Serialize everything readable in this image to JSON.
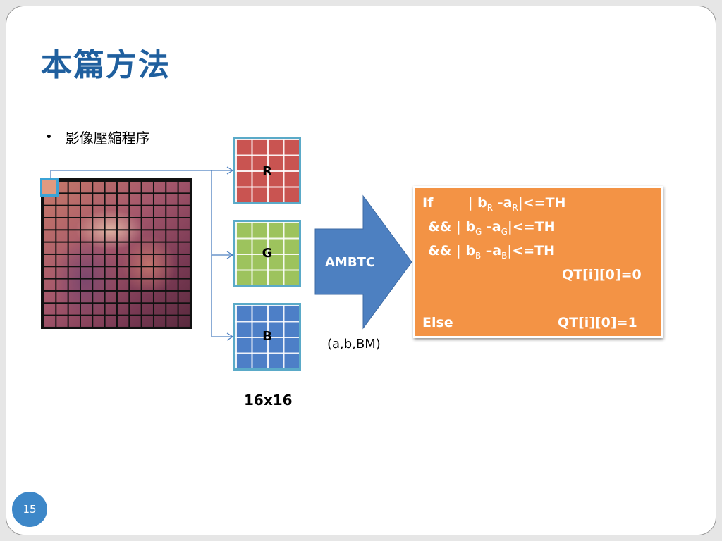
{
  "slide": {
    "title": "本篇方法",
    "bullet": "•",
    "bullet_text": "影像壓縮程序",
    "page_number": "15"
  },
  "channels": [
    {
      "letter": "R",
      "color": "#c95451"
    },
    {
      "letter": "G",
      "color": "#9dc35d"
    },
    {
      "letter": "B",
      "color": "#4d7fc7"
    }
  ],
  "block_size": "16x16",
  "arrow": {
    "label": "AMBTC",
    "color": "#4d80c1"
  },
  "output": "(a,b,BM)",
  "conditions": {
    "line1": {
      "kw": "If",
      "bar": "|",
      "b": "b",
      "sub1": "R",
      "dash": " -a",
      "sub2": "R",
      "tail": "|<=TH"
    },
    "line2": {
      "kw": "&&",
      "bar": "|",
      "b": "b",
      "sub1": "G",
      "dash": " -a",
      "sub2": "G",
      "tail": "|<=TH"
    },
    "line3": {
      "kw": "&&",
      "bar": "|",
      "b": "b",
      "sub1": "B",
      "dash": " –a",
      "sub2": "B",
      "tail": "|<=TH"
    },
    "result1": "QT[i][0]=0",
    "else_kw": "Else",
    "result2": "QT[i][0]=1",
    "box_color": "#f39345"
  }
}
